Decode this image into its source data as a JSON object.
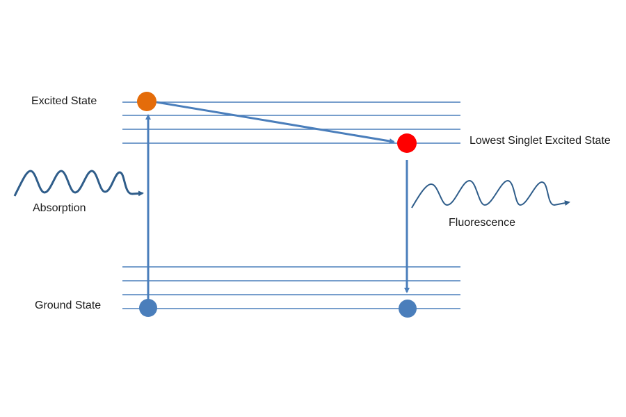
{
  "labels": {
    "excited_state": "Excited State",
    "lowest_singlet": "Lowest Singlet Excited State",
    "absorption": "Absorption",
    "fluorescence": "Fluorescence",
    "ground_state": "Ground State"
  },
  "colors": {
    "line": "#4a7ebb",
    "wave": "#2f5d8a",
    "excited_dot": "#e46c0a",
    "singlet_dot": "#ff0000",
    "ground_dot": "#4a7ebb"
  }
}
